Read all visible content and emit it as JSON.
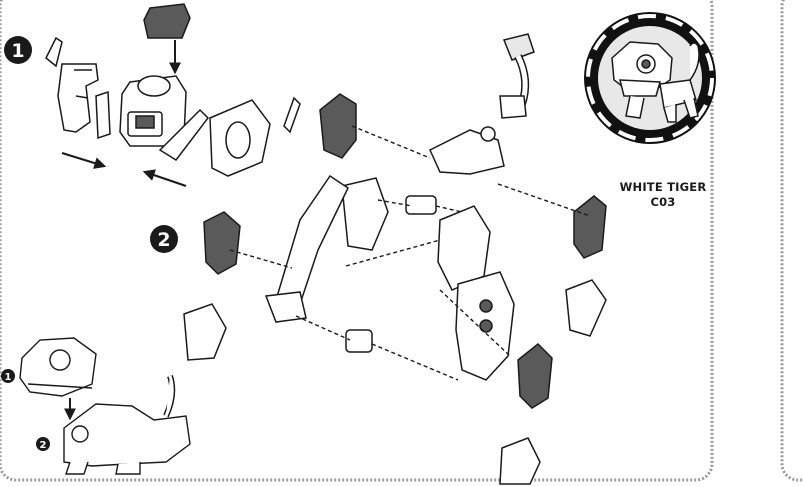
{
  "steps": {
    "step1": "1",
    "step2": "2",
    "mini1": "1",
    "mini2": "2"
  },
  "figure": {
    "name_line1": "WHITE TIGER",
    "name_line2": "C03"
  },
  "colors": {
    "frame_border": "#9a9a9a",
    "part_fill": "#ffffff",
    "part_dark": "#5a5a5a",
    "outline": "#1a1a1a",
    "badge": "#1a1a1a",
    "portrait_ring": "#111111",
    "portrait_inner": "#e8e8e8"
  },
  "icons": {
    "arrow_down": "arrow-down-icon",
    "arrow_right": "arrow-right-icon",
    "arrow_left": "arrow-left-icon",
    "step_badge": "numbered-circle-icon"
  }
}
